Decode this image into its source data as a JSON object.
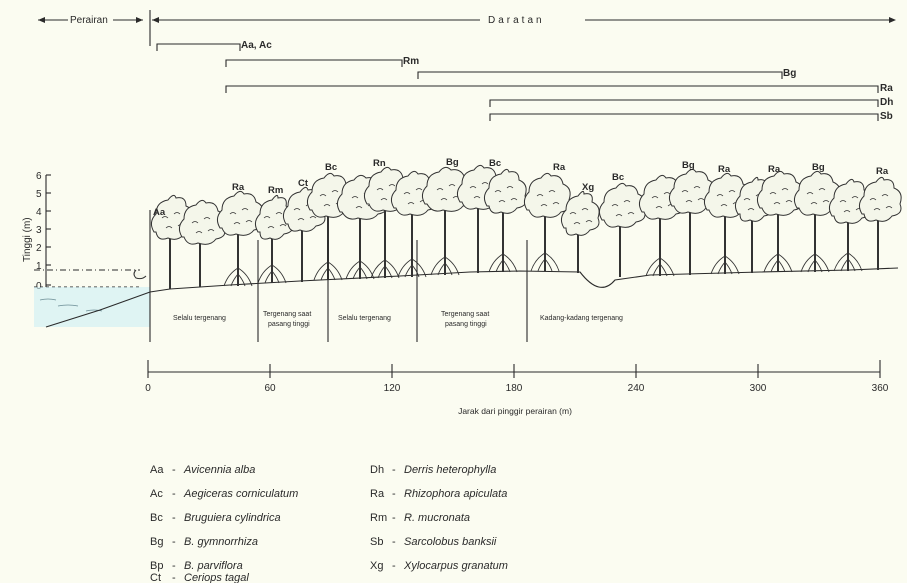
{
  "header": {
    "left_label": "Perairan",
    "right_label": "Daratan"
  },
  "ranges": [
    {
      "label": "Aa, Ac",
      "from": 0,
      "to": 9
    },
    {
      "label": "Rm",
      "from": 8,
      "to": 32
    },
    {
      "label": "Bg",
      "from": 34,
      "to": 79
    },
    {
      "label": "Ra",
      "from": 8,
      "to": 97
    },
    {
      "label": "Dh",
      "from": 43,
      "to": 97
    },
    {
      "label": "Sb",
      "from": 43,
      "to": 97
    }
  ],
  "y_axis": {
    "label": "Tinggi (m)",
    "ticks": [
      "6",
      "5",
      "4",
      "3",
      "2",
      "1",
      "0"
    ]
  },
  "species_labels": [
    "Aa",
    "Ra",
    "Rm",
    "Ct",
    "Bc",
    "Rn",
    "Bg",
    "Bc",
    "Ra",
    "Xg",
    "Bc",
    "Bg",
    "Ra",
    "Ra",
    "Bg",
    "Ra"
  ],
  "zones": [
    [
      "Selalu tergenang"
    ],
    [
      "Tergenang saat",
      "pasang tinggi"
    ],
    [
      "Selalu tergenang"
    ],
    [
      "Tergenang saat",
      "pasang tinggi"
    ],
    [
      "Kadang-kadang tergenang"
    ]
  ],
  "x_axis": {
    "ticks": [
      "0",
      "60",
      "120",
      "180",
      "240",
      "300",
      "360"
    ],
    "label": "Jarak dari pinggir perairan (m)"
  },
  "legend": [
    {
      "abbr": "Aa",
      "name": "Avicennia alba"
    },
    {
      "abbr": "Ac",
      "name": "Aegiceras corniculatum"
    },
    {
      "abbr": "Bc",
      "name": "Bruguiera cylindrica"
    },
    {
      "abbr": "Bg",
      "name": "B. gymnorrhiza"
    },
    {
      "abbr": "Bp",
      "name": "B. parviflora"
    },
    {
      "abbr": "Ct",
      "name": "Ceriops tagal"
    },
    {
      "abbr": "Dh",
      "name": "Derris heterophylla"
    },
    {
      "abbr": "Ra",
      "name": "Rhizophora apiculata"
    },
    {
      "abbr": "Rm",
      "name": "R. mucronata"
    },
    {
      "abbr": "Sb",
      "name": "Sarcolobus banksii"
    },
    {
      "abbr": "Xg",
      "name": "Xylocarpus granatum"
    }
  ],
  "legend_separator": "-"
}
